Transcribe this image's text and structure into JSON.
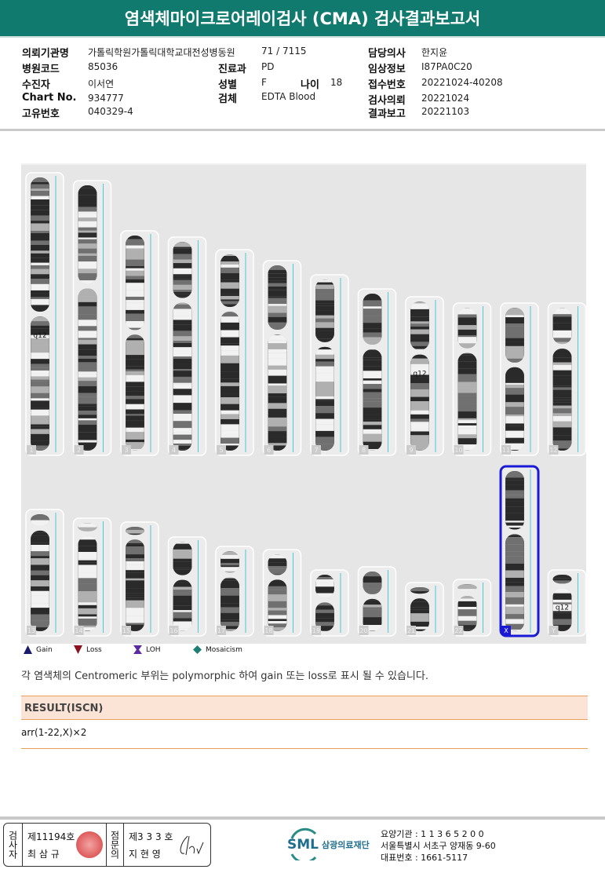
{
  "header": {
    "title": "염색체마이크로어레이검사 (CMA) 검사결과보고서"
  },
  "patient": {
    "hospital_label": "의뢰기관명",
    "hospital": "가톨릭학원가톨릭대학교대전성병동원",
    "hospital_code_ref": "71 / 7115",
    "code_label": "병원코드",
    "code": "85036",
    "name_label": "수진자",
    "name": "이서연",
    "chart_label": "Chart No.",
    "chart": "934777",
    "uid_label": "고유번호",
    "uid": "040329-4",
    "dept_label": "진료과",
    "dept": "PD",
    "sex_label": "성별",
    "sex": "F",
    "age_label": "나이",
    "age": "18",
    "specimen_label": "검체",
    "specimen": "EDTA Blood",
    "doctor_label": "담당의사",
    "doctor": "한지윤",
    "clinical_label": "임상정보",
    "clinical": "I87PA0C20",
    "receipt_label": "접수번호",
    "receipt": "20221024-40208",
    "request_label": "검사의뢰",
    "request": "20221024",
    "report_label": "결과보고",
    "report": "20221103"
  },
  "karyogram": {
    "chromosomes": [
      "1",
      "2",
      "3",
      "4",
      "5",
      "6",
      "7",
      "8",
      "9",
      "10",
      "11",
      "12",
      "13",
      "14",
      "15",
      "16",
      "17",
      "18",
      "19",
      "20",
      "21",
      "22",
      "X",
      "Y"
    ],
    "band_labels": {
      "1": "q12",
      "9": "q12",
      "Y": "q12"
    },
    "highlight": "X",
    "highlight_color": "#1a1ad6"
  },
  "legend": [
    {
      "label": "Gain",
      "icon": "triangle-up",
      "color": "#1b1b6e"
    },
    {
      "label": "Loss",
      "icon": "triangle-down",
      "color": "#8b1020"
    },
    {
      "label": "LOH",
      "icon": "loh",
      "color": "#5a2ca0"
    },
    {
      "label": "Mosaicism",
      "icon": "diamond",
      "color": "#1f7f74"
    }
  ],
  "note": "각 염색체의 Centromeric 부위는 polymorphic 하여 gain 또는 loss로 표시 될 수 있습니다.",
  "result": {
    "header": "RESULT(ISCN)",
    "value": "arr(1-22,X)×2"
  },
  "footer": {
    "examiner_label": "검사자",
    "examiner_no": "제11194호",
    "examiner_name": "최 삼 규",
    "reviewer_label": "점문의",
    "reviewer_no": "제3 3 3 호",
    "reviewer_name": "지 현 영",
    "logo": "SML",
    "org": "삼광의료재단",
    "inst": "요양기관 : 1 1 3 6 5 2 0 0",
    "addr": "서울특별시 서초구 양재동 9-60",
    "phone": "대표번호 : 1661-5117"
  }
}
